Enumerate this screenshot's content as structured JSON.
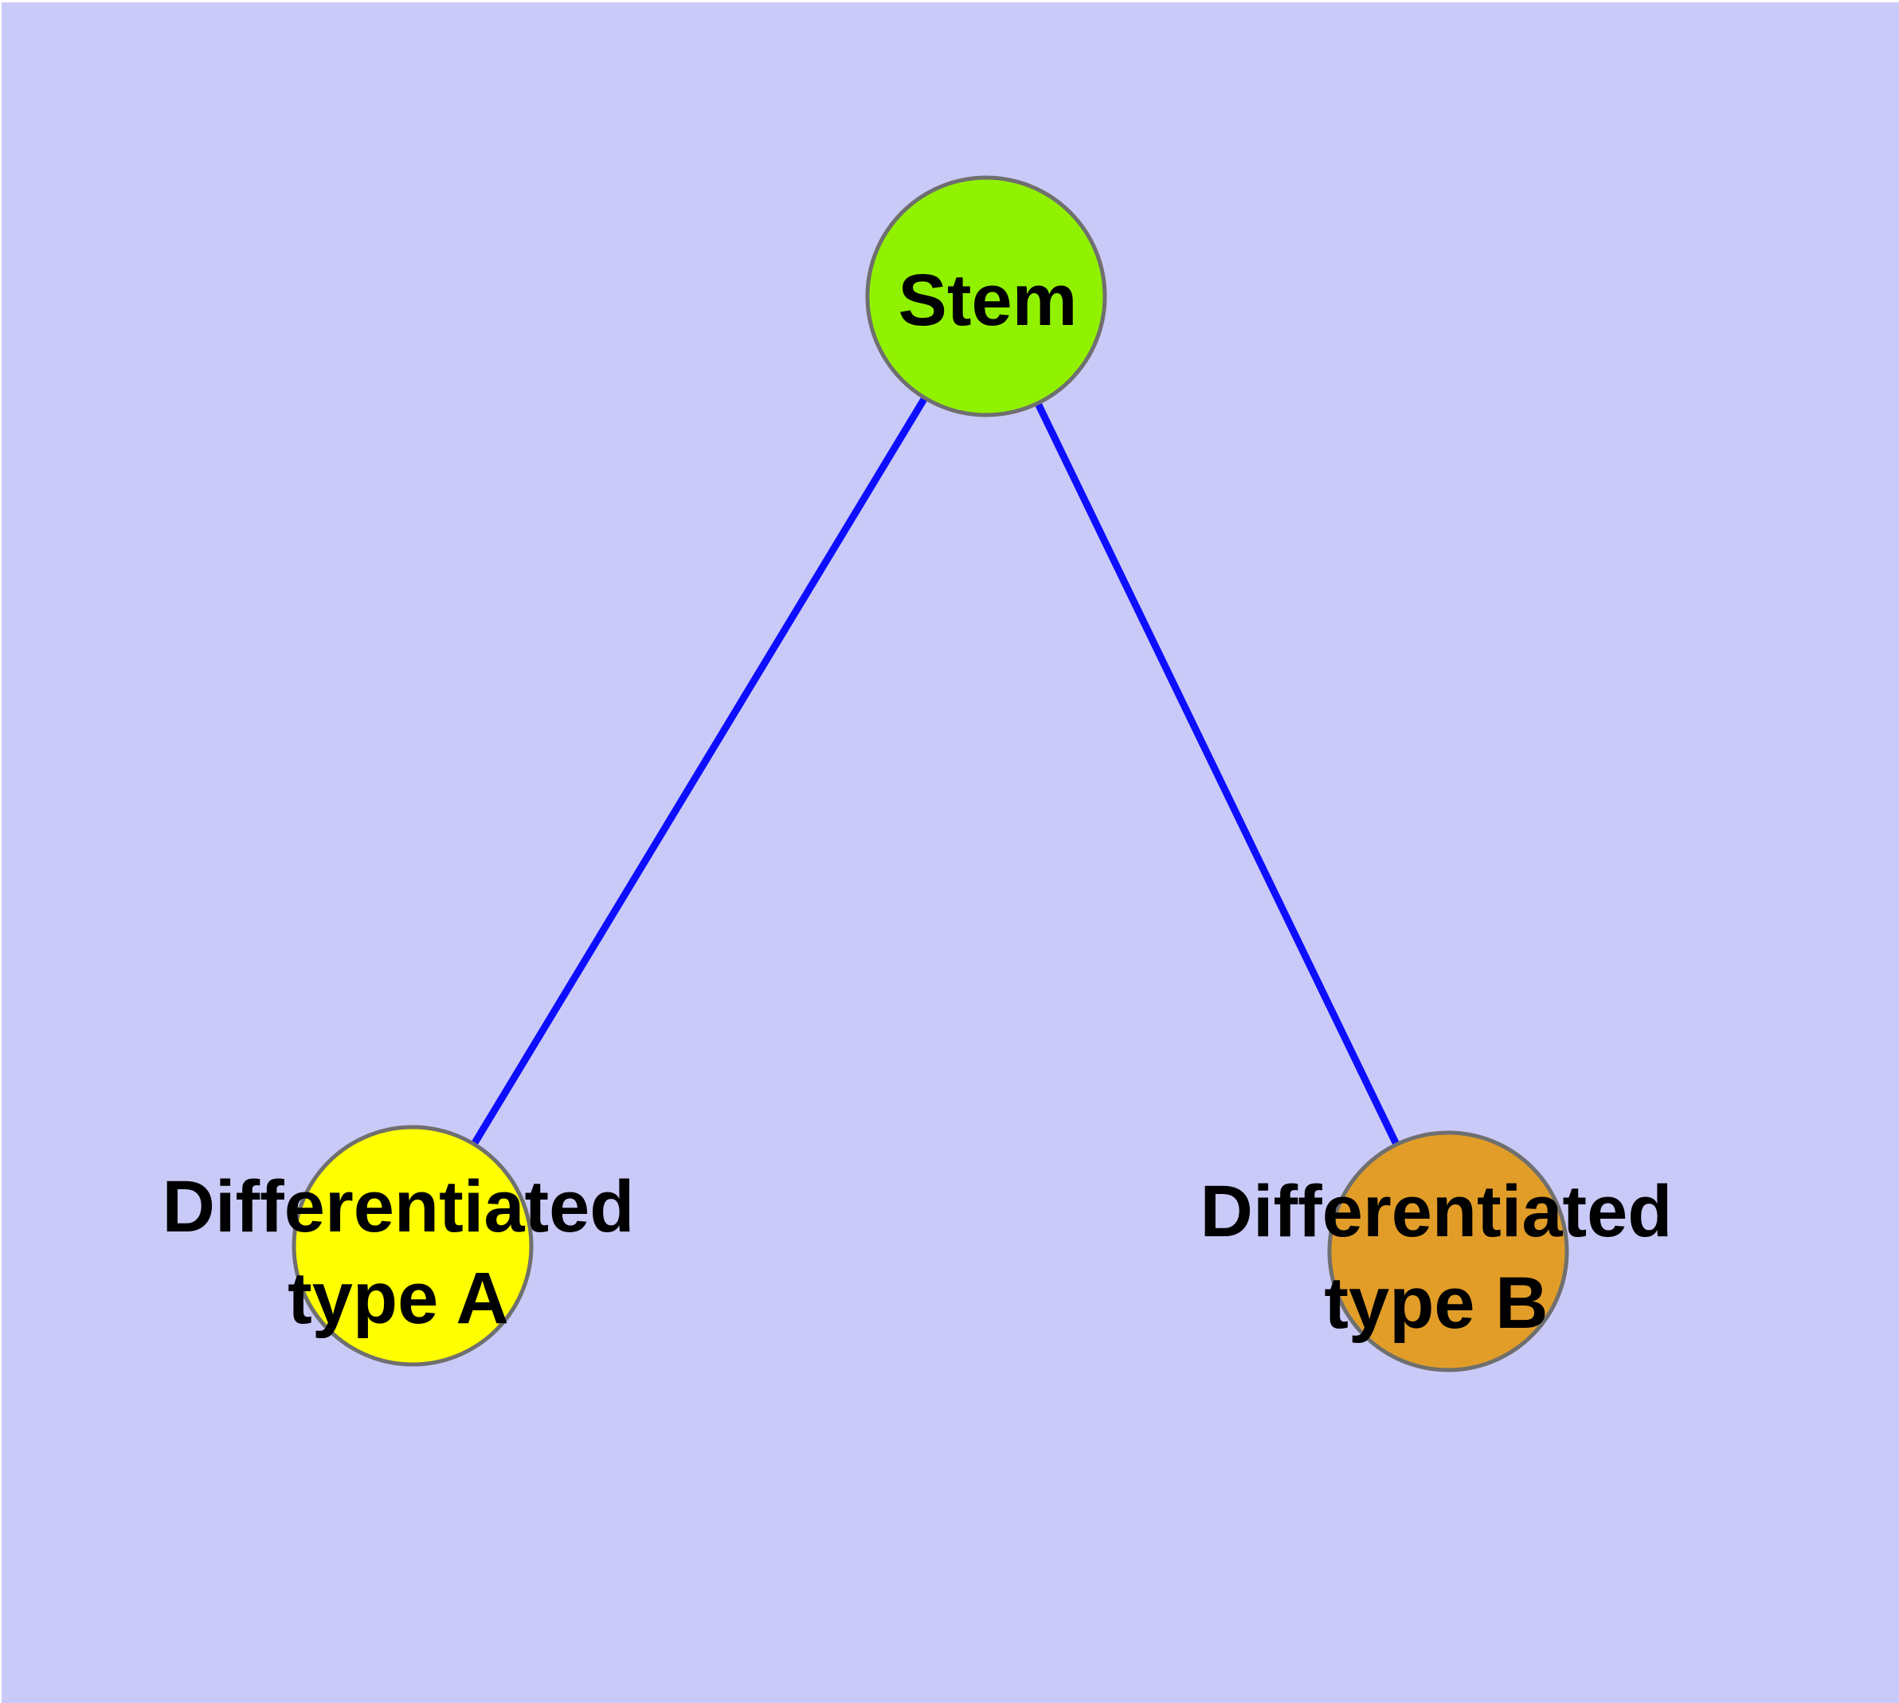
{
  "diagram": {
    "background_color": "#CACAF8",
    "edge_color": "#0D0DFF",
    "node_border_color": "#6F6F6F",
    "label_color": "#000000",
    "nodes": [
      {
        "id": "stem",
        "label": "Stem",
        "fill": "#91F200"
      },
      {
        "id": "differentiated-type-a",
        "label_line1": "Differentiated",
        "label_line2": "type A",
        "fill": "#FFFF00"
      },
      {
        "id": "differentiated-type-b",
        "label_line1": "Differentiated",
        "label_line2": "type B",
        "fill": "#E29D28"
      }
    ],
    "edges": [
      {
        "from": "Stem",
        "to": "Differentiated type A"
      },
      {
        "from": "Stem",
        "to": "Differentiated type B"
      }
    ]
  }
}
